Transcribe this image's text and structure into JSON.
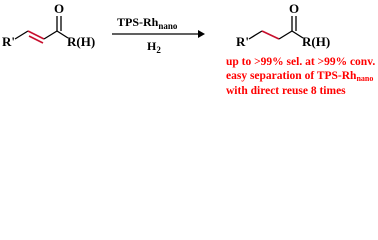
{
  "reactant": {
    "substituent": "R'",
    "carbonyl_o": "O",
    "group": "R(H)"
  },
  "reaction": {
    "catalyst_main": "TPS-Rh",
    "catalyst_sub": "nano",
    "reagent_main": "H",
    "reagent_sub": "2"
  },
  "product": {
    "substituent": "R'",
    "carbonyl_o": "O",
    "group": "R(H)"
  },
  "notes": {
    "line1": "up to >99% sel. at >99% conv.",
    "line2": "easy separation of TPS-Rh",
    "line2_sub": "nano",
    "line3": "with direct reuse 8 times"
  },
  "colors": {
    "double_bond": "#c8102e",
    "notes": "#ff0000",
    "ink": "#000000"
  }
}
